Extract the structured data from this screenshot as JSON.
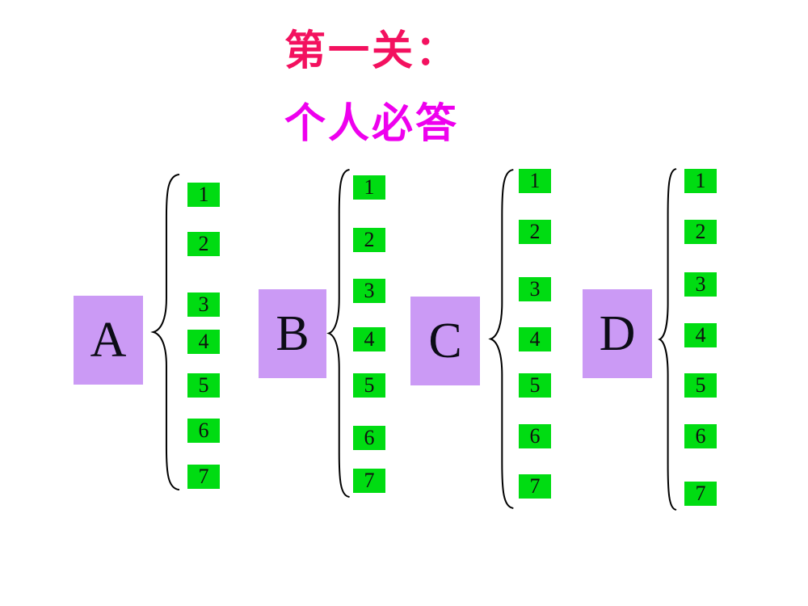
{
  "slide": {
    "title": {
      "line1": "第一关：",
      "line2": "个人必答"
    }
  },
  "colors": {
    "title_line1": "#F3115F",
    "title_line2": "#EE00EE",
    "group_box_fill": "#CB9AF5",
    "question_box_fill": "#00DC12",
    "brace_stroke": "#000000",
    "background": "#FFFFFF",
    "text": "#111111"
  },
  "groups": [
    {
      "label": "A",
      "questions": [
        "1",
        "2",
        "3",
        "4",
        "5",
        "6",
        "7"
      ]
    },
    {
      "label": "B",
      "questions": [
        "1",
        "2",
        "3",
        "4",
        "5",
        "6",
        "7"
      ]
    },
    {
      "label": "C",
      "questions": [
        "1",
        "2",
        "3",
        "4",
        "5",
        "6",
        "7"
      ]
    },
    {
      "label": "D",
      "questions": [
        "1",
        "2",
        "3",
        "4",
        "5",
        "6",
        "7"
      ]
    }
  ]
}
